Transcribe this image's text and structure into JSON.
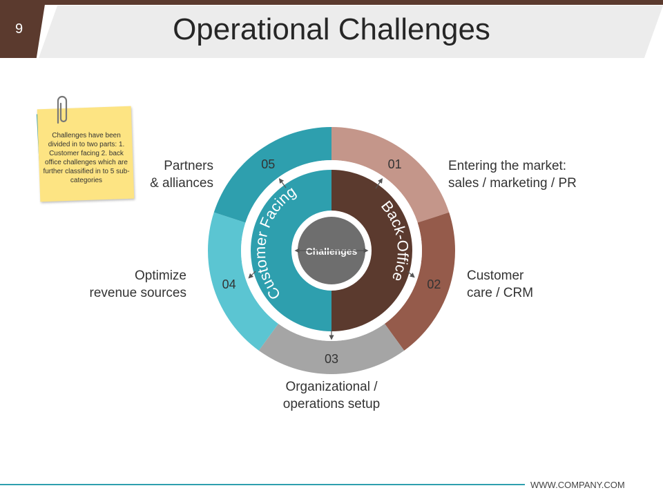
{
  "slide": {
    "number": "9",
    "title": "Operational Challenges"
  },
  "note": {
    "text": "Challenges have been divided in to two parts: 1. Customer facing 2. back office challenges which are further classified in to 5 sub-categories"
  },
  "diagram": {
    "center_label": "Challenges",
    "inner_left_label": "Customer Facing",
    "inner_right_label": "Back-Office",
    "segments": [
      {
        "number": "01",
        "label_lines": [
          "Entering the market:",
          "sales / marketing / PR"
        ],
        "color": "#c4968a"
      },
      {
        "number": "02",
        "label_lines": [
          "Customer",
          "care / CRM"
        ],
        "color": "#955b4b"
      },
      {
        "number": "03",
        "label_lines": [
          "Organizational /",
          "operations setup"
        ],
        "color": "#a5a5a5"
      },
      {
        "number": "04",
        "label_lines": [
          "Optimize",
          "revenue sources"
        ],
        "color": "#5bc5d2"
      },
      {
        "number": "05",
        "label_lines": [
          "Partners",
          "& alliances"
        ],
        "color": "#2e9fae"
      }
    ],
    "colors": {
      "customer_facing": "#2e9fae",
      "back_office": "#5b3a2e",
      "center": "#6e6e6e"
    }
  },
  "footer": {
    "website": "WWW.COMPANY.COM"
  }
}
